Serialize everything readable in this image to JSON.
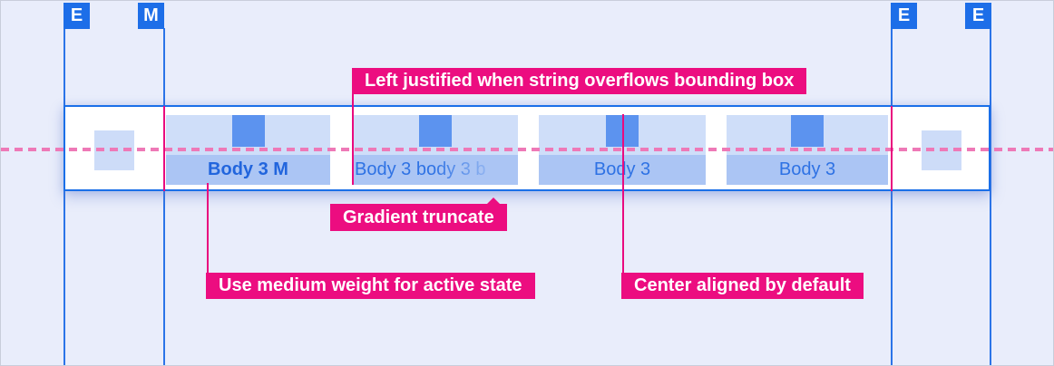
{
  "colors": {
    "background": "#e9edfb",
    "guide_blue": "#2b74e8",
    "marker_blue": "#1d6ee8",
    "bar_border_blue": "#1a6fe8",
    "icon_blue": "#5c93ef",
    "icon_row_blue": "#cfdef9",
    "label_band_blue": "#abc5f4",
    "label_text_blue": "#2e72e4",
    "annotation_pink": "#ec0d80",
    "dashed_guide_pink": "#ee79b7"
  },
  "markers": [
    {
      "label": "E"
    },
    {
      "label": "M"
    },
    {
      "label": "E"
    },
    {
      "label": "E"
    }
  ],
  "tabbar": {
    "tabs": [
      {
        "label": "Body 3 M",
        "state": "active",
        "weight": "medium"
      },
      {
        "label": "Body 3 body 3 b",
        "truncation": "gradient",
        "justify": "left"
      },
      {
        "label": "Body 3",
        "justify": "center"
      },
      {
        "label": "Body 3",
        "justify": "center"
      }
    ]
  },
  "annotations": {
    "left_justified": {
      "label": "Left justified when string overflows bounding box"
    },
    "gradient_truncate": {
      "label": "Gradient truncate"
    },
    "medium_weight": {
      "label": "Use medium weight for active state"
    },
    "center_aligned": {
      "label": "Center aligned by default"
    }
  }
}
